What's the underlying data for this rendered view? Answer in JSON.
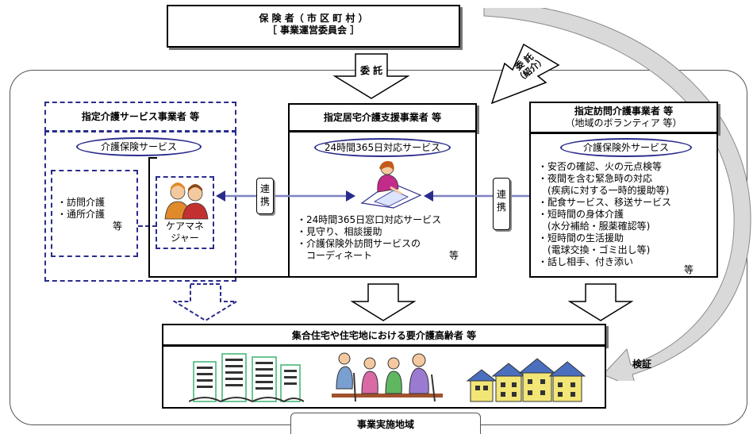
{
  "top": {
    "insurer_line1": "保 険 者（ 市 区 町 村 ）",
    "insurer_line2": "［ 事業運営委員会 ］"
  },
  "arrows": {
    "commission": "委 託",
    "commission_referral": "委 託\n（紹介）",
    "verification": "検証"
  },
  "left": {
    "header": "指定介護サービス事業者 等",
    "oval": "介護保険サービス",
    "list": [
      "・訪問介護",
      "・通所介護"
    ],
    "list_suffix": "等",
    "care_manager": "ケアマネ\nジャー"
  },
  "center": {
    "header": "指定居宅介護支援事業者 等",
    "oval": "24時間365日対応サービス",
    "items": [
      "・24時間365日窓口対応サービス",
      "・見守り、相談援助",
      "・介護保険外訪問サービスの",
      "　コーディネート"
    ],
    "suffix": "等"
  },
  "right": {
    "header_line1": "指定訪問介護事業者 等",
    "header_line2": "（地域のボランティア 等）",
    "oval": "介護保険外サービス",
    "items": [
      "・安否の確認、火の元点検等",
      "・夜間を含む緊急時の対応",
      "　(疾病に対する一時的援助等)",
      "・配食サービス、移送サービス",
      "・短時間の身体介護",
      "　(水分補給・服薬確認等)",
      "・短時間の生活援助",
      "　(電球交換・ゴミ出し等)",
      "・話し相手、付き添い"
    ],
    "suffix": "等"
  },
  "links": {
    "left": "連\n携",
    "right": "連\n携"
  },
  "bottom": {
    "title": "集合住宅や住宅地における要介護高齢者 等",
    "area_label": "事業実施地域"
  },
  "colors": {
    "accent": "#2a2c8c",
    "link_arrow": "#7e82c2",
    "green": "#3cb371",
    "house_yellow": "#f2e676",
    "roof_blue": "#4a6fbf"
  },
  "icons": [
    "person-at-desk-icon",
    "care-manager-people-icon",
    "apartment-buildings-icon",
    "elderly-people-icon",
    "houses-icon"
  ]
}
